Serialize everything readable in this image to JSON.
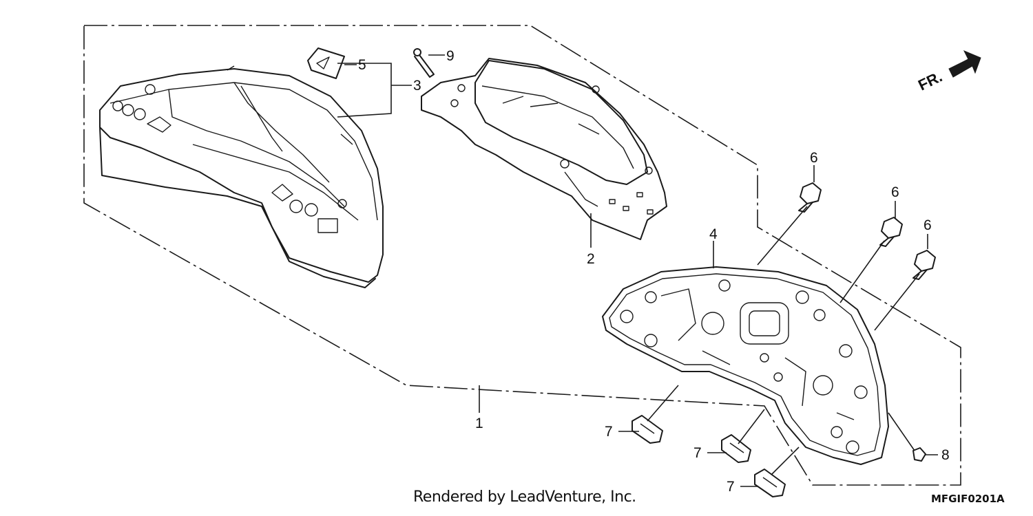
{
  "callouts": {
    "c1": "1",
    "c2": "2",
    "c3": "3",
    "c4": "4",
    "c5": "5",
    "c6a": "6",
    "c6b": "6",
    "c6c": "6",
    "c7a": "7",
    "c7b": "7",
    "c7c": "7",
    "c8": "8",
    "c9": "9"
  },
  "front_indicator": "FR.",
  "credit": "Rendered by LeadVenture, Inc.",
  "diagram_code": "MFGIF0201A"
}
